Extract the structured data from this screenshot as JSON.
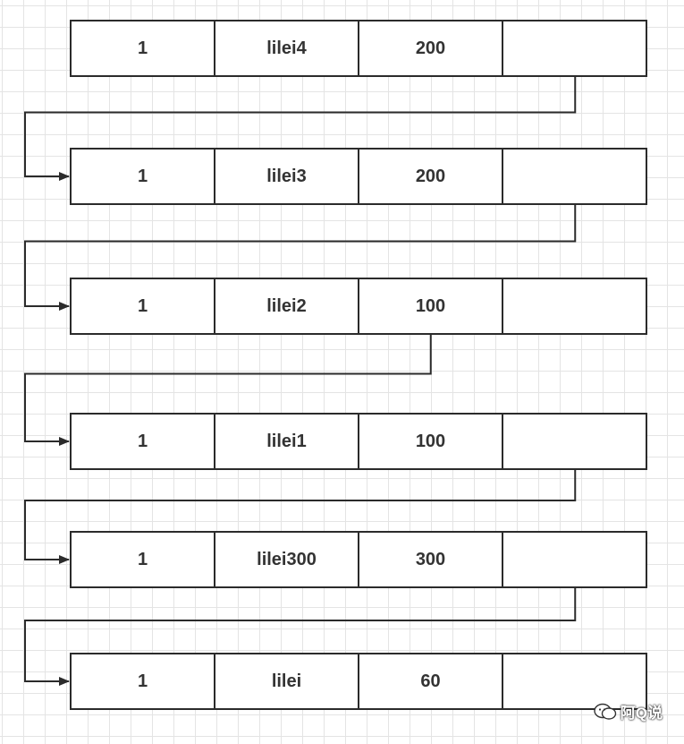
{
  "rows": [
    {
      "id": "1",
      "name": "lilei4",
      "score": "200",
      "pointer": ""
    },
    {
      "id": "1",
      "name": "lilei3",
      "score": "200",
      "pointer": ""
    },
    {
      "id": "1",
      "name": "lilei2",
      "score": "100",
      "pointer": ""
    },
    {
      "id": "1",
      "name": "lilei1",
      "score": "100",
      "pointer": ""
    },
    {
      "id": "1",
      "name": "lilei300",
      "score": "300",
      "pointer": ""
    },
    {
      "id": "1",
      "name": "lilei",
      "score": "60",
      "pointer": ""
    }
  ],
  "links": [
    {
      "from": 0,
      "to": 1,
      "from_column": 4
    },
    {
      "from": 1,
      "to": 2,
      "from_column": 4
    },
    {
      "from": 2,
      "to": 3,
      "from_column": 3
    },
    {
      "from": 3,
      "to": 4,
      "from_column": 4
    },
    {
      "from": 4,
      "to": 5,
      "from_column": 4
    }
  ],
  "watermark": {
    "text": "阿Q说",
    "icon": "wechat-icon"
  },
  "colors": {
    "line": "#2b2b2b",
    "grid": "#e4e4e4",
    "text": "#333333"
  }
}
